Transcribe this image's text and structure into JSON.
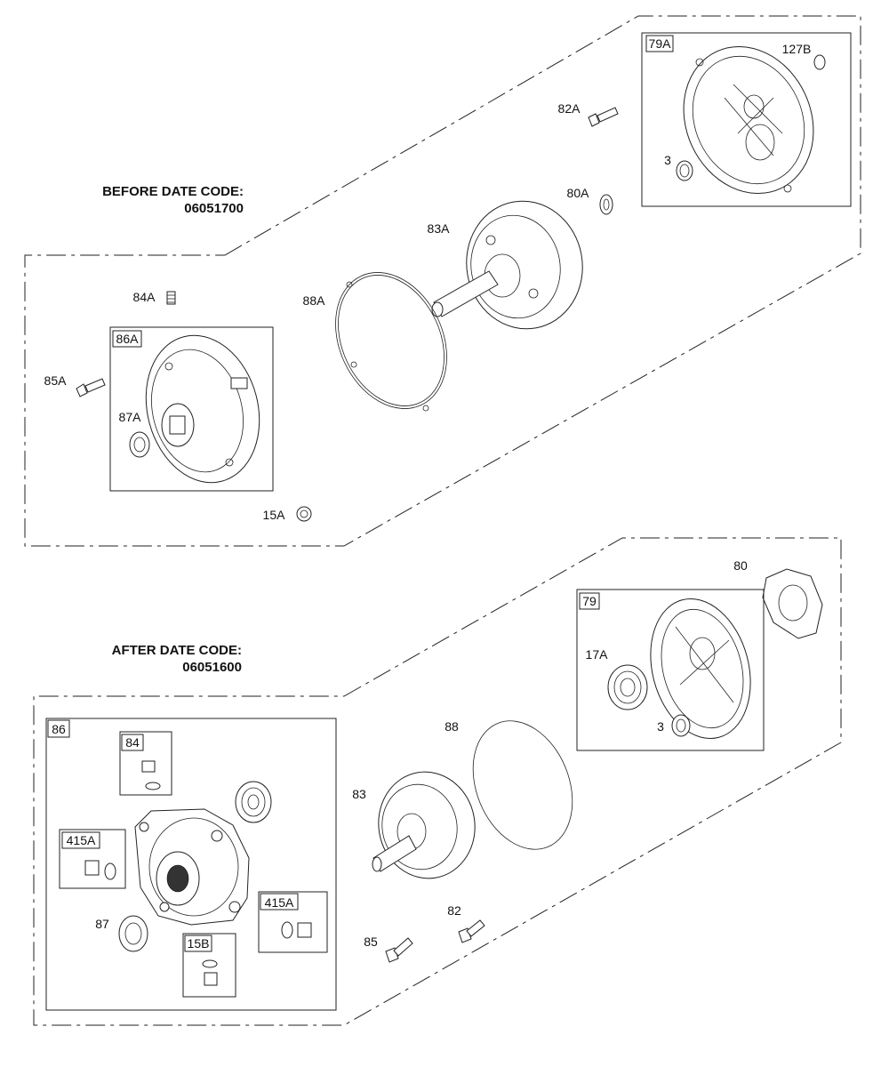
{
  "sections": {
    "before": {
      "line1": "BEFORE DATE CODE:",
      "line2": "06051700"
    },
    "after": {
      "line1": "AFTER DATE CODE:",
      "line2": "06051600"
    }
  },
  "boxes": {
    "b79A": "79A",
    "b86A": "86A",
    "b79": "79",
    "b86": "86",
    "b84": "84",
    "b415A_left": "415A",
    "b415A_right": "415A",
    "b15B": "15B"
  },
  "labels": {
    "l127B": "127B",
    "l82A": "82A",
    "l3a": "3",
    "l80A": "80A",
    "l83A": "83A",
    "l88A": "88A",
    "l84A": "84A",
    "l85A": "85A",
    "l87A": "87A",
    "l15A": "15A",
    "l80": "80",
    "l17A": "17A",
    "l3b": "3",
    "l88": "88",
    "l83": "83",
    "l87": "87",
    "l82": "82",
    "l85": "85"
  }
}
